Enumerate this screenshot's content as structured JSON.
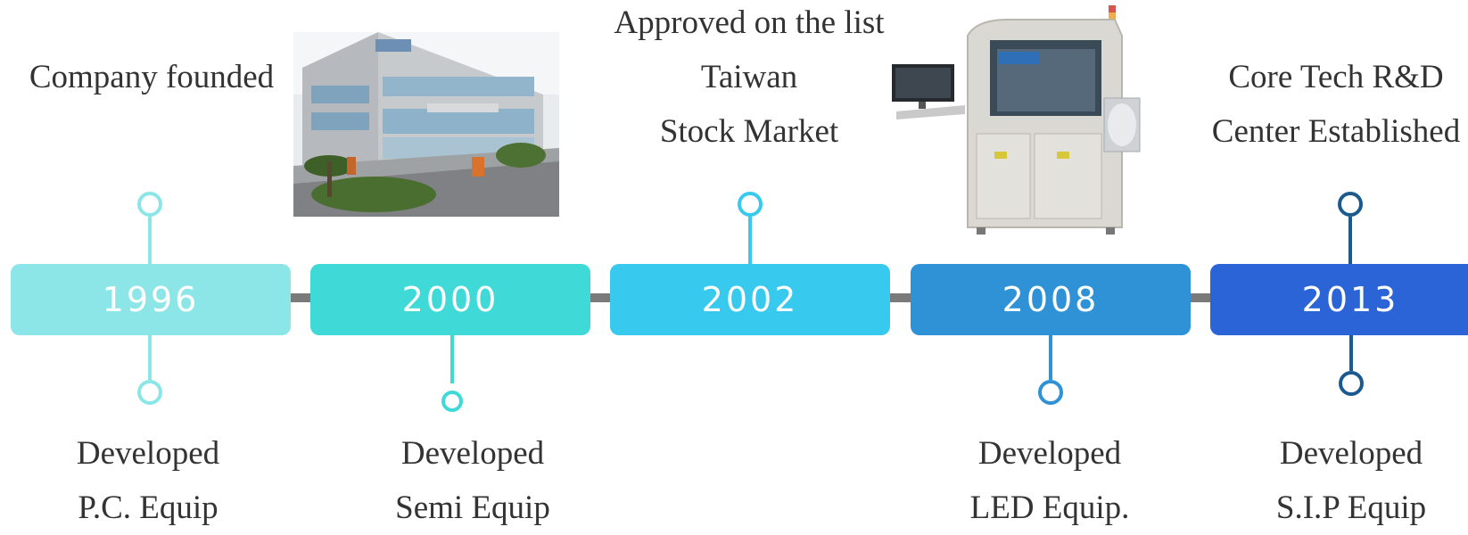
{
  "timeline": {
    "milestones": [
      {
        "year": "1996",
        "color": "#8ce6e8",
        "above": [
          "Company founded"
        ],
        "below": [
          "Developed",
          "P.C. Equip"
        ]
      },
      {
        "year": "2000",
        "color": "#3fdad7",
        "above": [],
        "below": [
          "Developed",
          "Semi Equip"
        ]
      },
      {
        "year": "2002",
        "color": "#38c9ef",
        "above": [
          "Approved on the list",
          "Taiwan",
          "Stock Market"
        ],
        "below": []
      },
      {
        "year": "2008",
        "color": "#2f92d6",
        "above": [],
        "below": [
          "Developed",
          "LED Equip."
        ]
      },
      {
        "year": "2013",
        "color": "#2b64d6",
        "above": [
          "Core Tech R&D",
          "Center Established"
        ],
        "below": [
          "Developed",
          "S.I.P Equip"
        ]
      }
    ],
    "track_color": "#7a7a7a",
    "photos": [
      {
        "subject": "company building photo",
        "icon": "factory-building-photo"
      },
      {
        "subject": "inspection machine photo",
        "icon": "machine-photo"
      }
    ]
  }
}
